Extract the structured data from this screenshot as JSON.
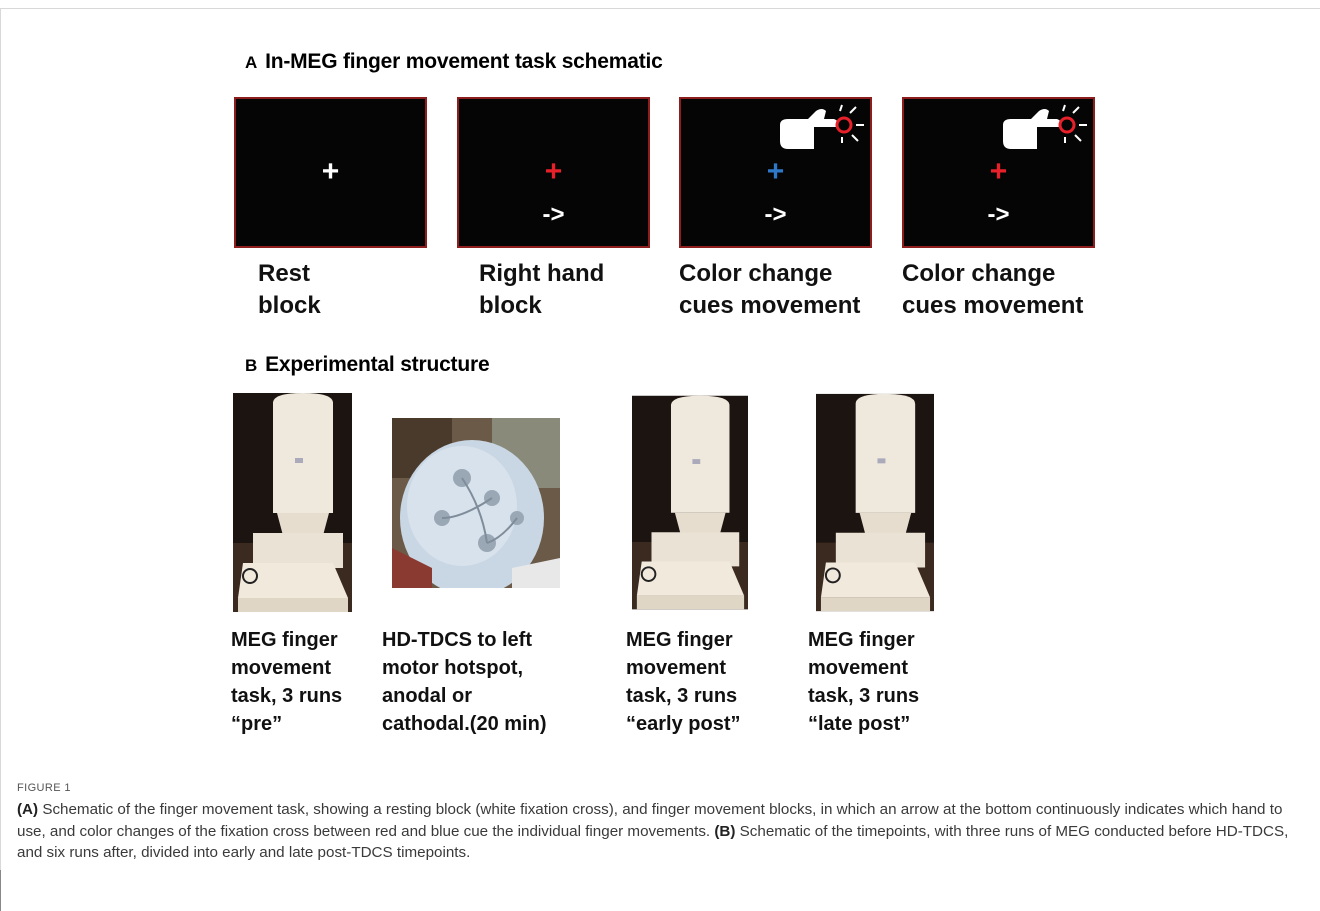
{
  "panelA": {
    "letter": "A",
    "title": "In-MEG finger movement task schematic",
    "screens": [
      {
        "cross_color": "#ffffff",
        "arrow": "",
        "hand": false,
        "caption_line1": "Rest",
        "caption_line2": "block"
      },
      {
        "cross_color": "#e8202a",
        "arrow": "->",
        "hand": false,
        "caption_line1": "Right hand",
        "caption_line2": "block"
      },
      {
        "cross_color": "#2f78c8",
        "arrow": "->",
        "hand": true,
        "caption_line1": "Color change",
        "caption_line2": "cues movement"
      },
      {
        "cross_color": "#e8202a",
        "arrow": "->",
        "hand": true,
        "caption_line1": "Color change",
        "caption_line2": "cues movement"
      }
    ],
    "cross_symbol": "+"
  },
  "panelB": {
    "letter": "B",
    "title": "Experimental structure",
    "stages": [
      {
        "image": "meg-scanner-photo",
        "lines": [
          "MEG finger",
          "movement",
          "task, 3 runs",
          "“pre”"
        ]
      },
      {
        "image": "hd-tdcs-cap-photo",
        "lines": [
          "HD-TDCS to left",
          "motor hotspot,",
          "anodal or",
          "cathodal.(20 min)"
        ]
      },
      {
        "image": "meg-scanner-photo",
        "lines": [
          "MEG finger",
          "movement",
          "task, 3 runs",
          "“early post”"
        ]
      },
      {
        "image": "meg-scanner-photo",
        "lines": [
          "MEG finger",
          "movement",
          "task, 3 runs",
          "“late post”"
        ]
      }
    ]
  },
  "figure": {
    "label": "FIGURE 1",
    "a_marker": "(A)",
    "a_text": " Schematic of the finger movement task, showing a resting block (white fixation cross), and finger movement blocks, in which an arrow at the bottom continuously indicates which hand to use, and color changes of the fixation cross between red and blue cue the individual finger movements. ",
    "b_marker": "(B)",
    "b_text": " Schematic of the timepoints, with three runs of MEG conducted before HD-TDCS, and six runs after, divided into early and late post-TDCS timepoints."
  }
}
